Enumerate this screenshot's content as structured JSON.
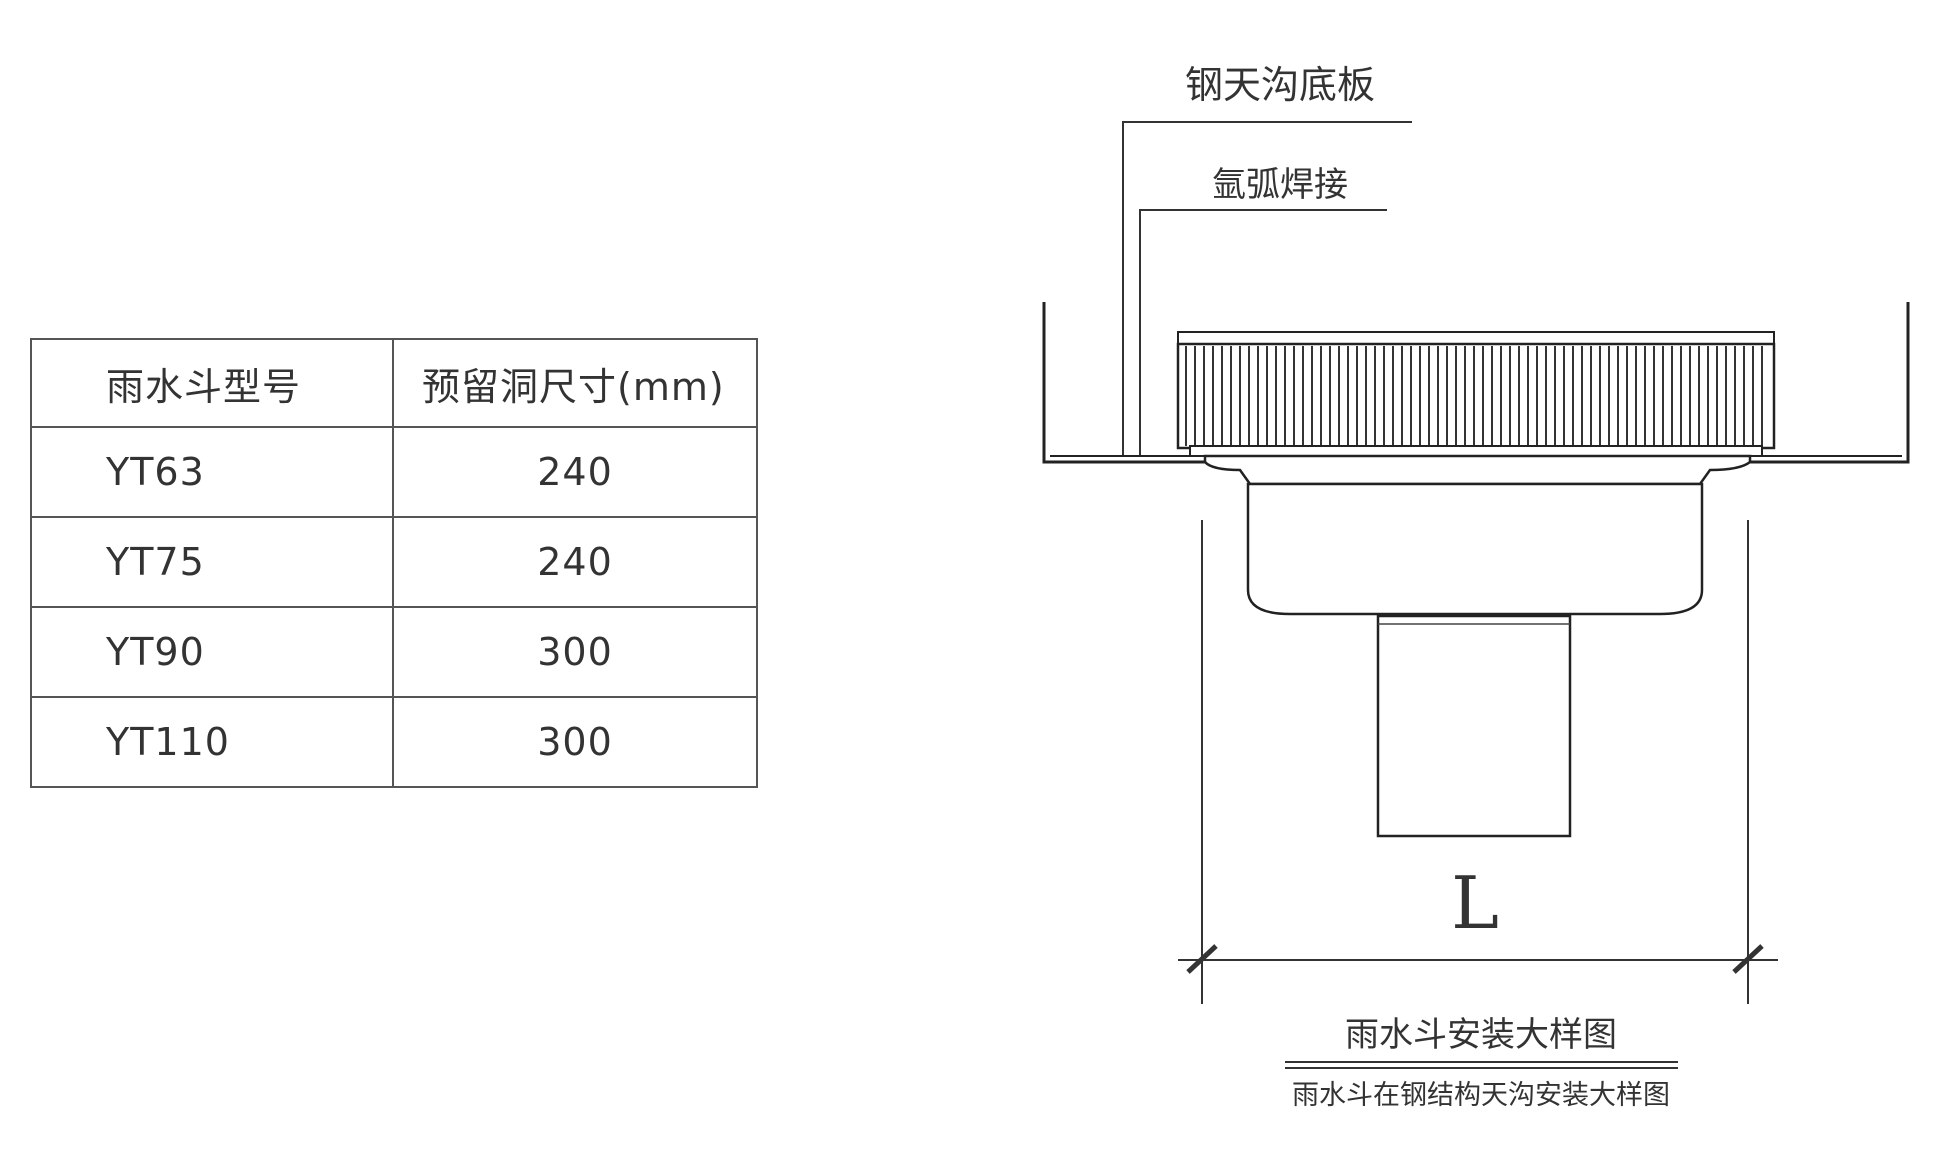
{
  "table": {
    "headers": [
      "雨水斗型号",
      "预留洞尺寸(mm)"
    ],
    "rows": [
      {
        "model": "YT63",
        "hole": "240"
      },
      {
        "model": "YT75",
        "hole": "240"
      },
      {
        "model": "YT90",
        "hole": "300"
      },
      {
        "model": "YT110",
        "hole": "300"
      }
    ]
  },
  "drawing": {
    "callout_top": "钢天沟底板",
    "callout_weld": "氩弧焊接",
    "dimension_label": "L",
    "title": "雨水斗安装大样图",
    "subtitle": "雨水斗在钢结构天沟安装大样图"
  }
}
